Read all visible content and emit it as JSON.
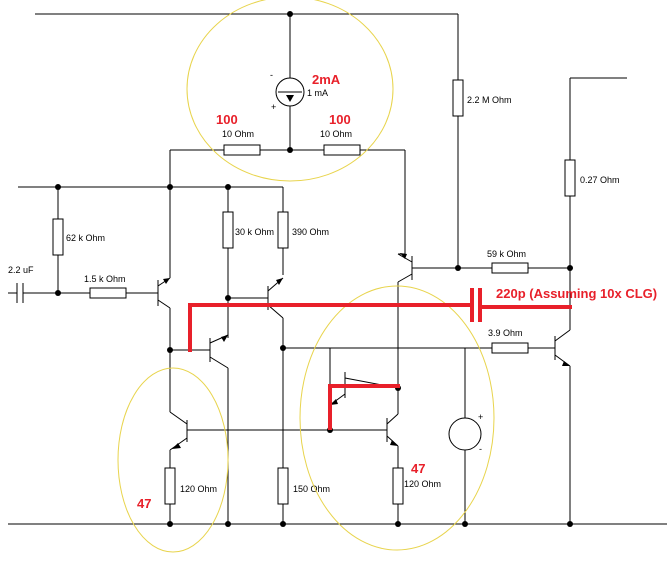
{
  "colors": {
    "wire": "#000000",
    "annotation": "#e8202a",
    "highlight_circle": "#e8d44d",
    "background": "#ffffff"
  },
  "labels": {
    "r_in_bias": "62 k Ohm",
    "cap_in": "2.2 uF",
    "r_base": "1.5 k Ohm",
    "r_tail_left": "10  Ohm",
    "r_tail_right": "10  Ohm",
    "current_source": "1 mA",
    "cs_minus": "-",
    "cs_plus": "+",
    "r_30k": "30 k Ohm",
    "r_390": "390  Ohm",
    "r_2m2": "2.2 M Ohm",
    "r_59k": "59 k Ohm",
    "r_027": "0.27  Ohm",
    "r_39": "3.9  Ohm",
    "r_120_left": "120  Ohm",
    "r_150": "150  Ohm",
    "r_120_right": "120  Ohm",
    "vs_plus": "+",
    "vs_minus": "-"
  },
  "annotations": {
    "current": "2mA",
    "r_left": "100",
    "r_right": "100",
    "cap": "220p (Assuming 10x CLG)",
    "r_47_left": "47",
    "r_47_right": "47"
  }
}
